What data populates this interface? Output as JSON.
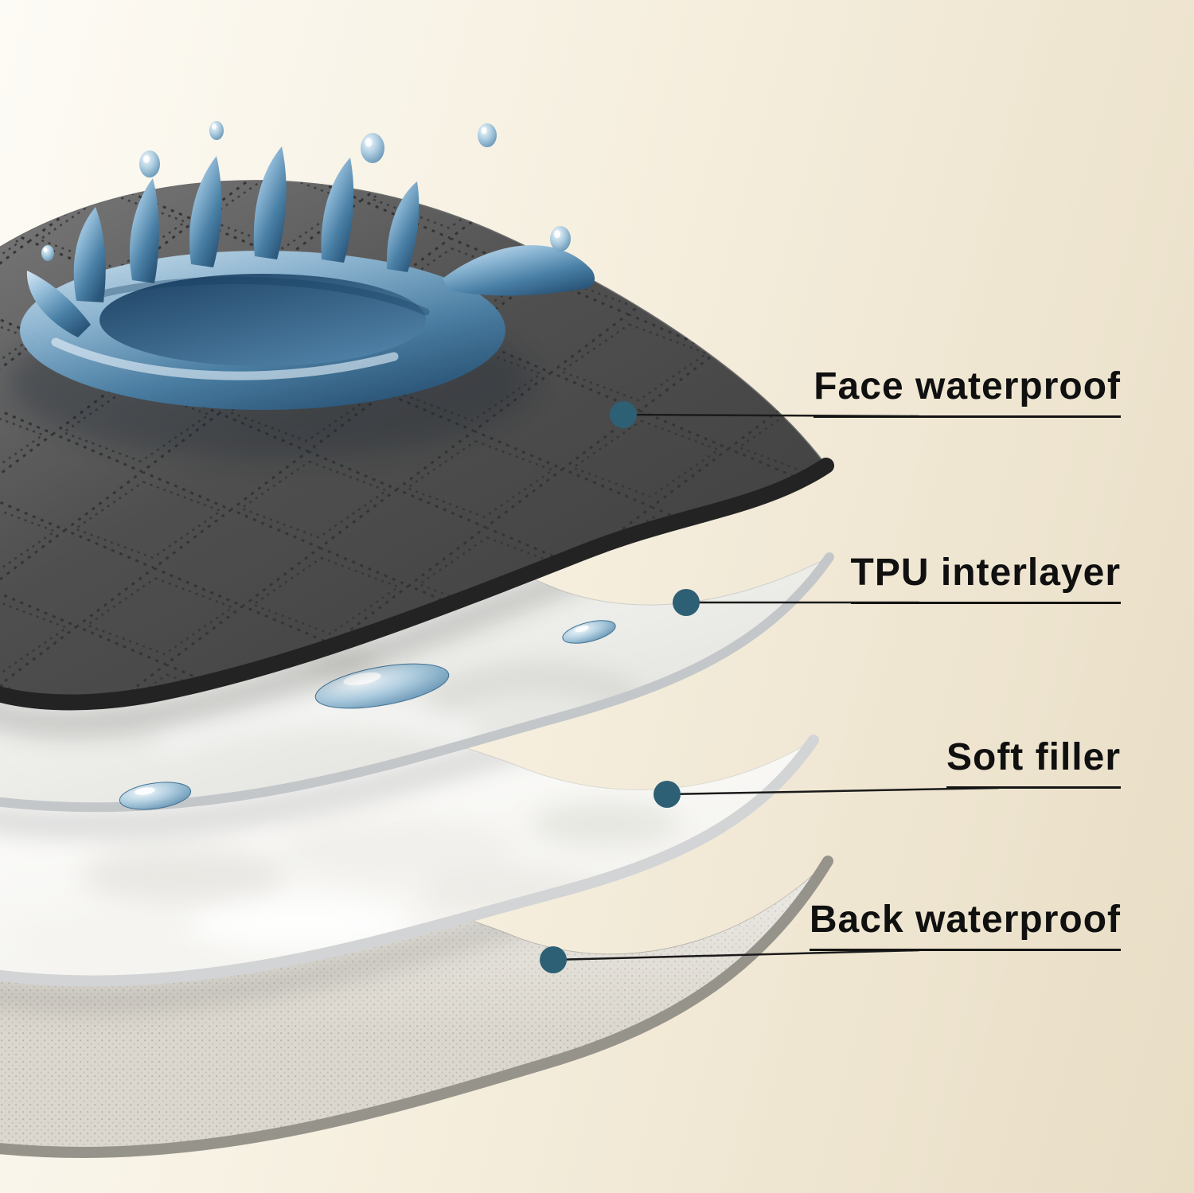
{
  "scene": {
    "description": "Exploded 4-layer waterproof pad material diagram with water splash",
    "background_gradient": [
      "#fdfbf5",
      "#f5eedd",
      "#e8ddc5"
    ],
    "marker_dot_color": "#2d6075",
    "leader_line_color": "#1a1a1a",
    "label_text_color": "#101010",
    "underline_color": "#141414"
  },
  "annotations": [
    {
      "label": "Face waterproof"
    },
    {
      "label": "TPU interlayer"
    },
    {
      "label": "Soft filler"
    },
    {
      "label": "Back waterproof"
    }
  ],
  "layers": [
    {
      "id": "face-waterproof",
      "label": "Face waterproof",
      "material_color": "#4a4a4a",
      "texture": "dark quilted fabric with water splash"
    },
    {
      "id": "tpu-interlayer",
      "label": "TPU interlayer",
      "material_color": "#ededea",
      "texture": "glossy white membrane with water droplets"
    },
    {
      "id": "soft-filler",
      "label": "Soft filler",
      "material_color": "#f4f3ef",
      "texture": "white fluffy padding"
    },
    {
      "id": "back-waterproof",
      "label": "Back waterproof",
      "material_color": "#dbd7ce",
      "texture": "gray dotted woven backing"
    }
  ],
  "water": {
    "splash_color": "#4a80a6",
    "droplet_color": "#a9cade"
  }
}
